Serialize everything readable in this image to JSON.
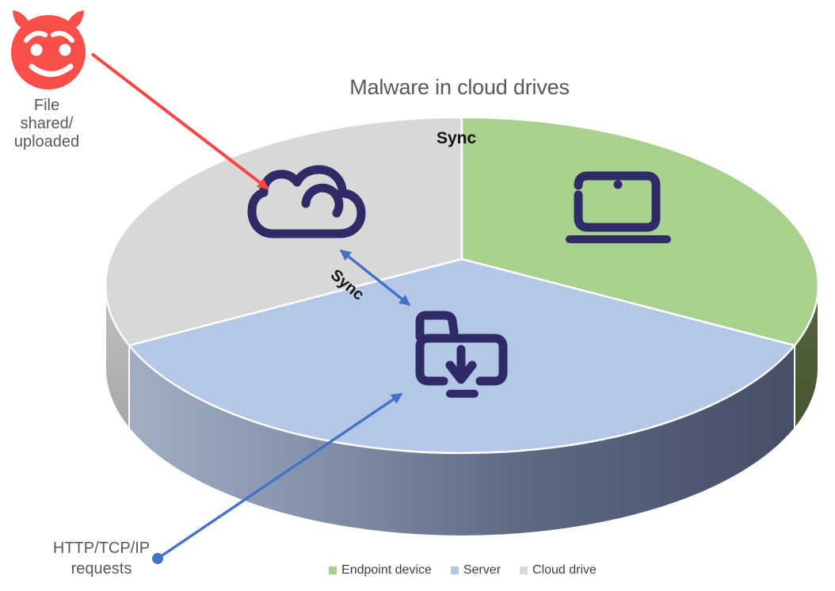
{
  "title": "Malware in cloud drives",
  "labels": {
    "sync_top": "Sync",
    "sync_diagonal": "Sync",
    "attacker": "File\nshared/\nuploaded",
    "requests": "HTTP/TCP/IP\nrequests"
  },
  "legend": [
    {
      "label": "Endpoint device",
      "color": "#A9D18E"
    },
    {
      "label": "Server",
      "color": "#B4C7E7"
    },
    {
      "label": "Cloud drive",
      "color": "#D8D8D8"
    }
  ],
  "chart_data": {
    "type": "pie",
    "style": "3d",
    "title": "Malware in cloud drives",
    "legend_position": "bottom",
    "slices": [
      {
        "label": "Endpoint device",
        "value": 33.33,
        "color": "#A9D18E"
      },
      {
        "label": "Server",
        "value": 33.34,
        "color": "#B4C7E7"
      },
      {
        "label": "Cloud drive",
        "value": 33.33,
        "color": "#D8D8D8"
      }
    ]
  },
  "icons": {
    "attacker": "devil-face-icon",
    "cloud_drive": "cloud-icon",
    "endpoint_device": "laptop-icon",
    "server": "folder-download-icon",
    "attack_path": "red-arrow",
    "sync_path": "blue-double-arrow",
    "requests_path": "blue-arrow-with-dot"
  },
  "colors": {
    "endpoint_green": "#A9D18E",
    "server_blue": "#B4C7E7",
    "cloud_gray": "#D8D8D8",
    "icon_navy": "#2F2B66",
    "arrow_blue": "#4472C4",
    "attacker_red": "#F94747",
    "text_gray": "#595959"
  }
}
